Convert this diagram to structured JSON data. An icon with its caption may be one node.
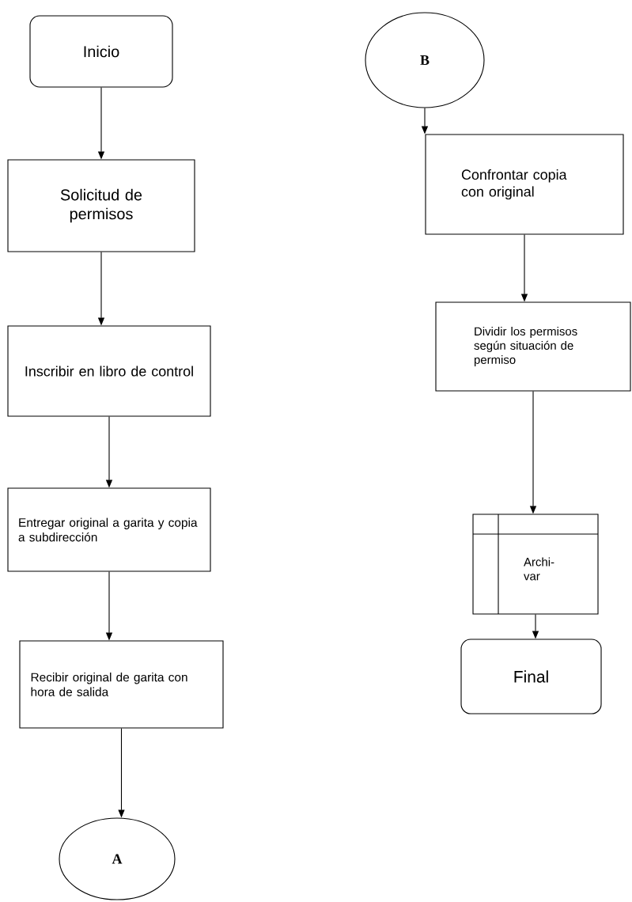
{
  "diagram": {
    "nodes": [
      {
        "text": [
          "Inicio"
        ]
      },
      {
        "text": [
          "Solicitud de permisos"
        ]
      },
      {
        "text": [
          "Inscribir en libro de control"
        ]
      },
      {
        "text": [
          "Entregar original a garita y copia a subdirección"
        ]
      },
      {
        "text": [
          "Recibir original de garita con hora de salida"
        ]
      },
      {
        "text": [
          "A"
        ]
      },
      {
        "text": [
          "B"
        ]
      },
      {
        "text": [
          "Confrontar copia con original"
        ]
      },
      {
        "text": [
          "Dividir los permisos según situación de permiso"
        ]
      },
      {
        "text": [
          "Archi- var"
        ]
      },
      {
        "text": [
          "Final"
        ]
      }
    ],
    "edges": [
      {
        "from": 0,
        "to": 1,
        "arrow": "to"
      },
      {
        "from": 1,
        "to": 2,
        "arrow": "to"
      },
      {
        "from": 2,
        "to": 3,
        "arrow": "to"
      },
      {
        "from": 3,
        "to": 4,
        "arrow": "to"
      },
      {
        "from": 4,
        "to": 5,
        "arrow": "to"
      },
      {
        "from": 6,
        "to": 7,
        "arrow": "to"
      },
      {
        "from": 7,
        "to": 8,
        "arrow": "to"
      },
      {
        "from": 8,
        "to": 9,
        "arrow": "to"
      },
      {
        "from": 9,
        "to": 10,
        "arrow": "to"
      }
    ]
  }
}
